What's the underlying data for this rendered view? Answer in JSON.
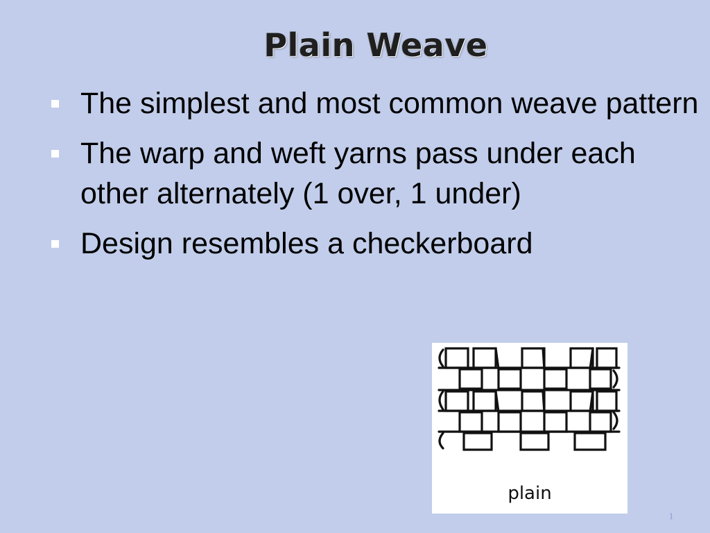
{
  "slide": {
    "title": "Plain Weave",
    "bullets": [
      "The simplest and most common weave pattern",
      "The warp and weft yarns pass under each other alternately (1 over, 1 under)",
      "Design resembles a checkerboard"
    ],
    "figure": {
      "caption": "plain"
    },
    "page_number": "1"
  },
  "colors": {
    "background": "#c1cdea",
    "bullet_marker": "#ffffff",
    "text": "#000000"
  }
}
